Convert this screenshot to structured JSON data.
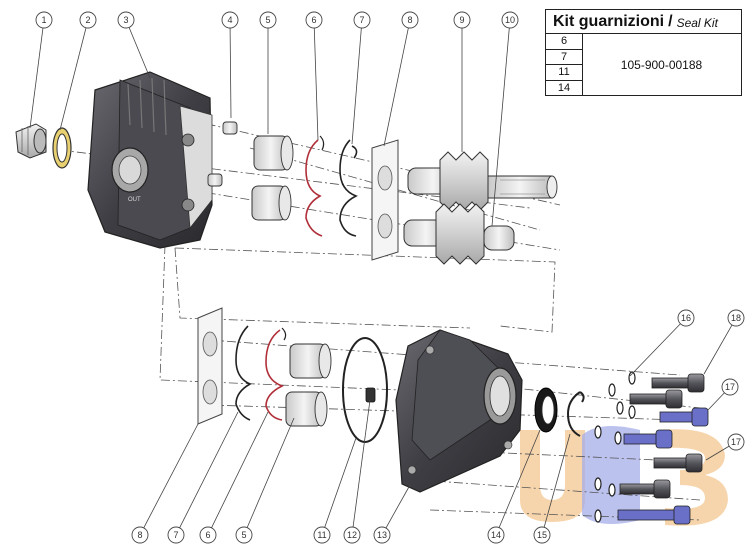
{
  "kit_table": {
    "title": "Kit guarnizioni",
    "separator": "/",
    "subtitle": "Seal Kit",
    "item_numbers": [
      "6",
      "7",
      "11",
      "14"
    ],
    "code": "105-900-00188"
  },
  "callouts": [
    "1",
    "2",
    "3",
    "4",
    "5",
    "6",
    "7",
    "8",
    "9",
    "10",
    "16",
    "18",
    "17",
    "17",
    "8",
    "7",
    "6",
    "5",
    "11",
    "12",
    "13",
    "14",
    "15"
  ],
  "port_label": "OUT",
  "watermark": "u3",
  "colors": {
    "body": "#3c3c40",
    "metal": "#d8d8d8",
    "seal_red": "#b0303a",
    "watermark_orange": "#f2b46a",
    "watermark_blue": "#5c6bd6"
  }
}
